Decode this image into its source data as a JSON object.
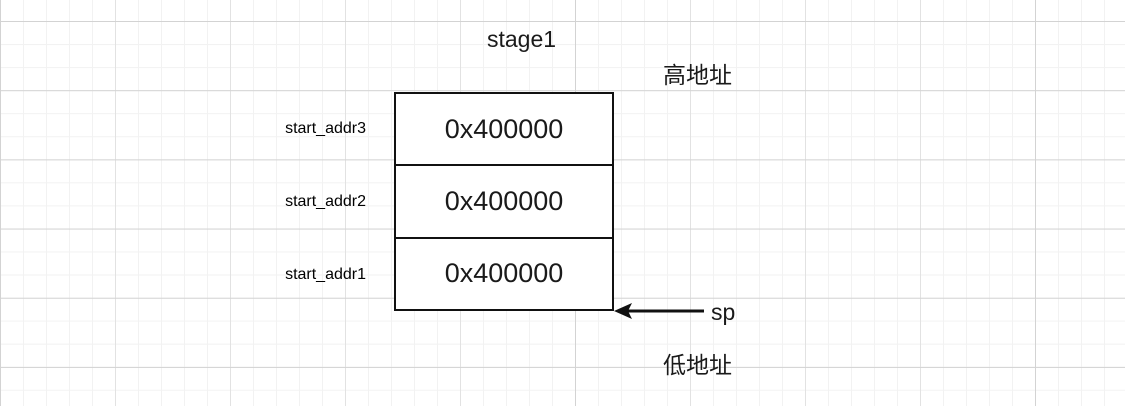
{
  "diagram": {
    "title": "stage1",
    "high_address_label": "高地址",
    "low_address_label": "低地址",
    "stack_pointer_label": "sp",
    "rows": [
      {
        "name": "start_addr3",
        "value": "0x400000"
      },
      {
        "name": "start_addr2",
        "value": "0x400000"
      },
      {
        "name": "start_addr1",
        "value": "0x400000"
      }
    ],
    "colors": {
      "border": "#111111",
      "text": "#1a1a1a",
      "grid_major": "#d3d3d3",
      "grid_minor": "#f2f2f2",
      "background": "#ffffff"
    },
    "icons": {
      "sp_arrow": "arrow-left-icon"
    }
  }
}
